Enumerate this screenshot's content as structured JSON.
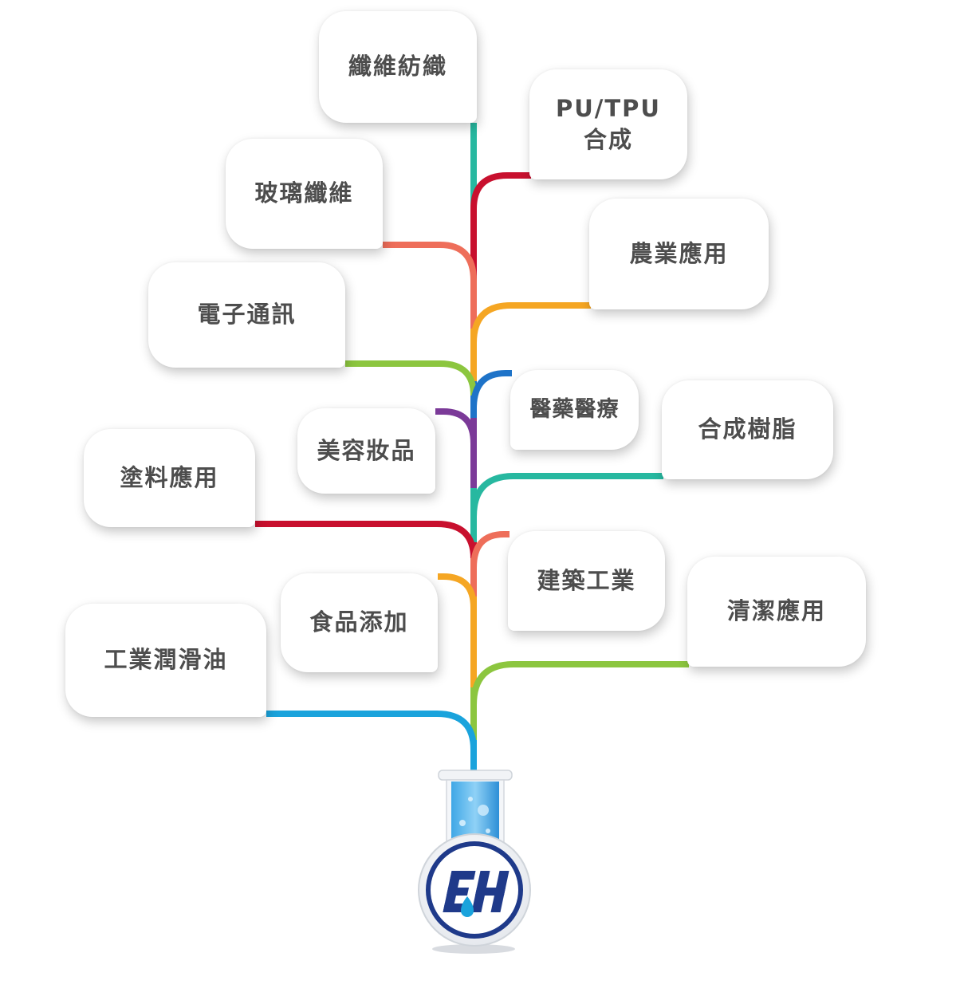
{
  "categories": [
    {
      "id": "c1",
      "lines": [
        "纖維紡織"
      ]
    },
    {
      "id": "c2",
      "lines": [
        "PU/TPU",
        "合成"
      ]
    },
    {
      "id": "c3",
      "lines": [
        "玻璃纖維"
      ]
    },
    {
      "id": "c4",
      "lines": [
        "農業應用"
      ]
    },
    {
      "id": "c5",
      "lines": [
        "電子通訊"
      ]
    },
    {
      "id": "c6",
      "lines": [
        "醫藥醫療"
      ]
    },
    {
      "id": "c7",
      "lines": [
        "合成樹脂"
      ]
    },
    {
      "id": "c8",
      "lines": [
        "美容妝品"
      ]
    },
    {
      "id": "c9",
      "lines": [
        "塗料應用"
      ]
    },
    {
      "id": "c10",
      "lines": [
        "建築工業"
      ]
    },
    {
      "id": "c11",
      "lines": [
        "清潔應用"
      ]
    },
    {
      "id": "c12",
      "lines": [
        "食品添加"
      ]
    },
    {
      "id": "c13",
      "lines": [
        "工業潤滑油"
      ]
    }
  ],
  "colors": {
    "teal": "#27b8a0",
    "red": "#c8102e",
    "salmon": "#ee6e5a",
    "orange": "#f5a623",
    "lime": "#8cc63f",
    "blue": "#1e73c8",
    "purple": "#7b3a98",
    "cyan": "#1aa3dc",
    "logo_navy": "#1f3a8a",
    "card_text": "#4d4d4d"
  },
  "logo": {
    "text": "EH",
    "icon": "chemical-flask-logo"
  }
}
